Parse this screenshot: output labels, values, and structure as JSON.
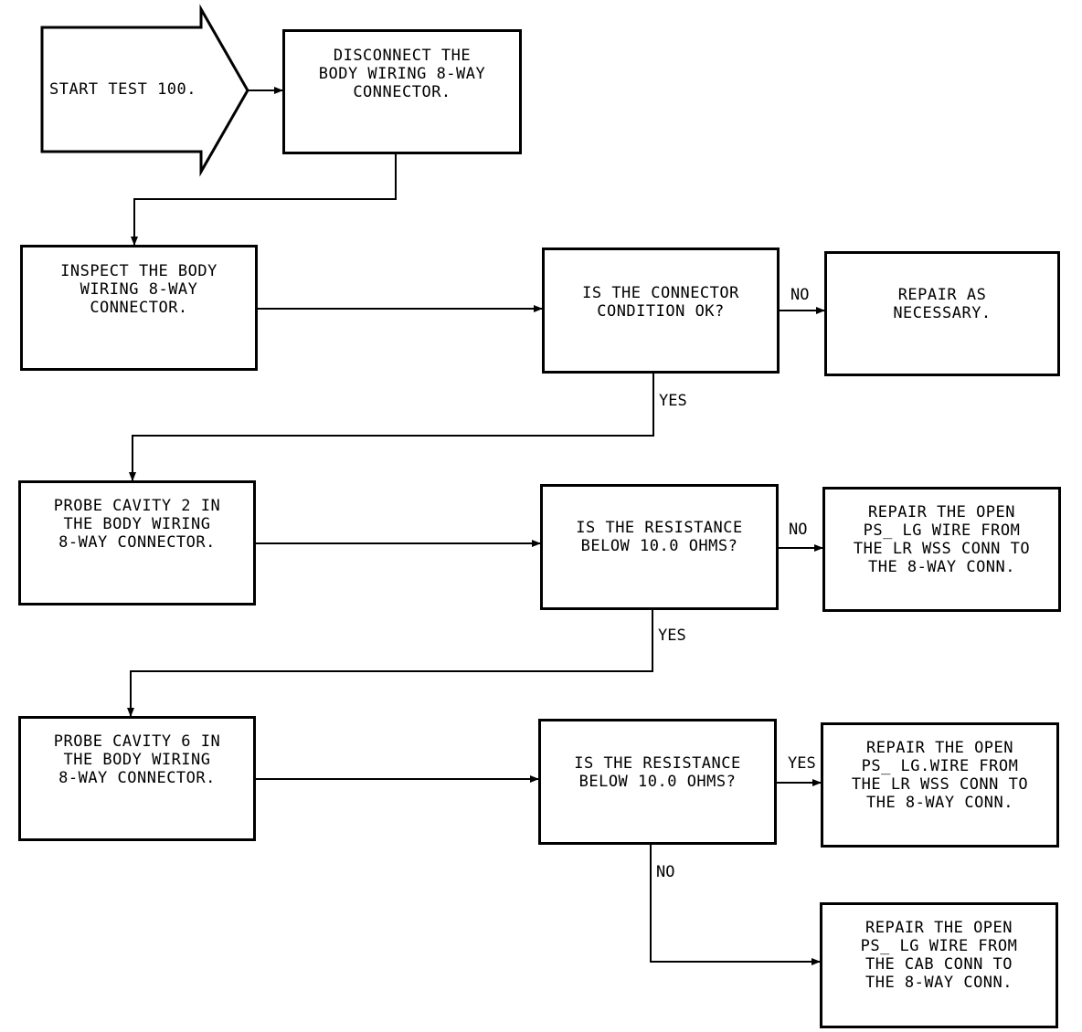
{
  "start": {
    "text": "START TEST 100."
  },
  "steps": {
    "disconnect": "DISCONNECT THE\nBODY WIRING 8-WAY\nCONNECTOR.",
    "inspect": "INSPECT THE BODY\nWIRING 8-WAY\nCONNECTOR.",
    "probe2": "PROBE CAVITY 2 IN\nTHE BODY WIRING\n8-WAY CONNECTOR.",
    "probe6": "PROBE CAVITY 6 IN\nTHE BODY WIRING\n8-WAY CONNECTOR."
  },
  "decisions": {
    "connector_ok": "IS THE CONNECTOR\nCONDITION OK?",
    "resistance_1": "IS THE RESISTANCE\nBELOW 10.0 OHMS?",
    "resistance_2": "IS THE RESISTANCE\nBELOW 10.0 OHMS?"
  },
  "results": {
    "repair_as_necessary": "REPAIR AS\nNECESSARY.",
    "repair_open_1": "REPAIR THE OPEN\nPS_ LG WIRE FROM\nTHE LR WSS CONN TO\nTHE 8-WAY CONN.",
    "repair_open_2": "REPAIR THE OPEN\nPS_ LG.WIRE FROM\nTHE LR WSS CONN TO\nTHE 8-WAY CONN.",
    "repair_open_3": "REPAIR THE OPEN\nPS_ LG WIRE FROM\nTHE CAB CONN TO\nTHE 8-WAY CONN."
  },
  "labels": {
    "no_1": "NO",
    "yes_1": "YES",
    "no_2": "NO",
    "yes_2": "YES",
    "yes_3": "YES",
    "no_3": "NO"
  }
}
